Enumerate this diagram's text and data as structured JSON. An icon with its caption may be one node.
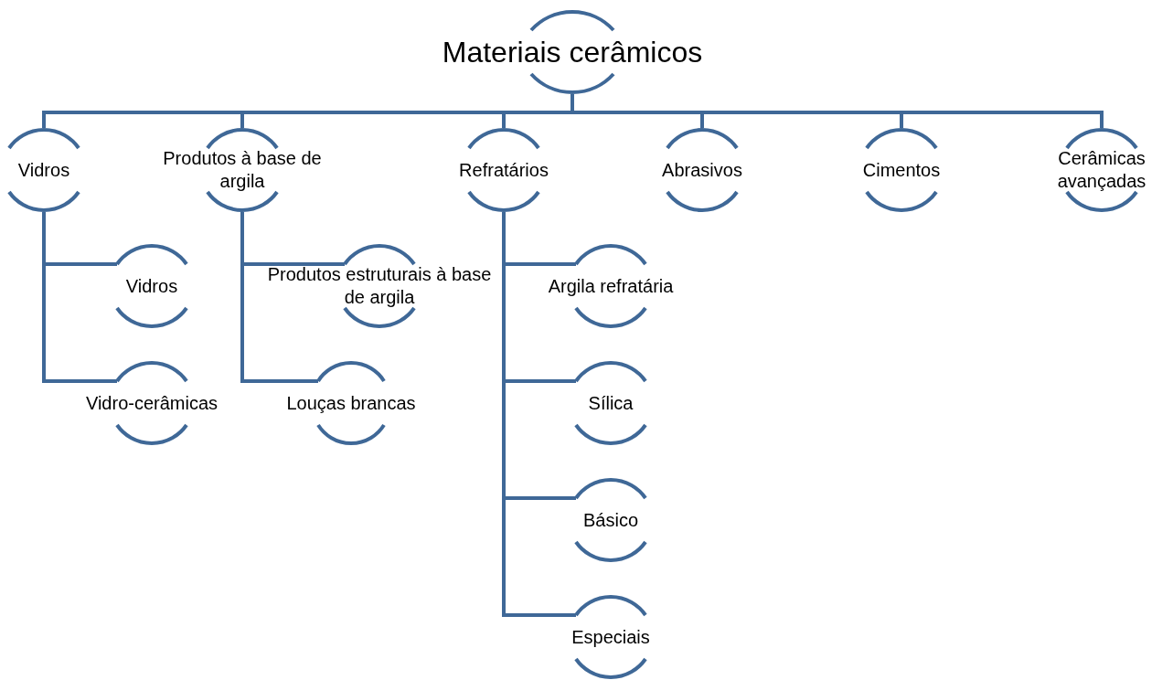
{
  "diagram": {
    "nodes": [
      {
        "text": [
          "Materiais cerâmicos"
        ]
      },
      {
        "text": [
          "Vidros"
        ]
      },
      {
        "text": [
          "Produtos à base de argila"
        ]
      },
      {
        "text": [
          "Refratários"
        ]
      },
      {
        "text": [
          "Abrasivos"
        ]
      },
      {
        "text": [
          "Cimentos"
        ]
      },
      {
        "text": [
          "Cerâmicas avançadas"
        ]
      },
      {
        "text": [
          "Vidros"
        ]
      },
      {
        "text": [
          "Vidro-cerâmicas"
        ]
      },
      {
        "text": [
          "Produtos estruturais à base de argila"
        ]
      },
      {
        "text": [
          "Louças brancas"
        ]
      },
      {
        "text": [
          "Argila refratária"
        ]
      },
      {
        "text": [
          "Sílica"
        ]
      },
      {
        "text": [
          "Básico"
        ]
      },
      {
        "text": [
          "Especiais"
        ]
      }
    ],
    "edges": [
      {
        "from": 0,
        "to": 1,
        "arrow": "none"
      },
      {
        "from": 0,
        "to": 2,
        "arrow": "none"
      },
      {
        "from": 0,
        "to": 3,
        "arrow": "none"
      },
      {
        "from": 0,
        "to": 4,
        "arrow": "none"
      },
      {
        "from": 0,
        "to": 5,
        "arrow": "none"
      },
      {
        "from": 0,
        "to": 6,
        "arrow": "none"
      },
      {
        "from": 1,
        "to": 7,
        "arrow": "none"
      },
      {
        "from": 1,
        "to": 8,
        "arrow": "none"
      },
      {
        "from": 2,
        "to": 9,
        "arrow": "none"
      },
      {
        "from": 2,
        "to": 10,
        "arrow": "none"
      },
      {
        "from": 3,
        "to": 11,
        "arrow": "none"
      },
      {
        "from": 3,
        "to": 12,
        "arrow": "none"
      },
      {
        "from": 3,
        "to": 13,
        "arrow": "none"
      },
      {
        "from": 3,
        "to": 14,
        "arrow": "none"
      }
    ]
  }
}
